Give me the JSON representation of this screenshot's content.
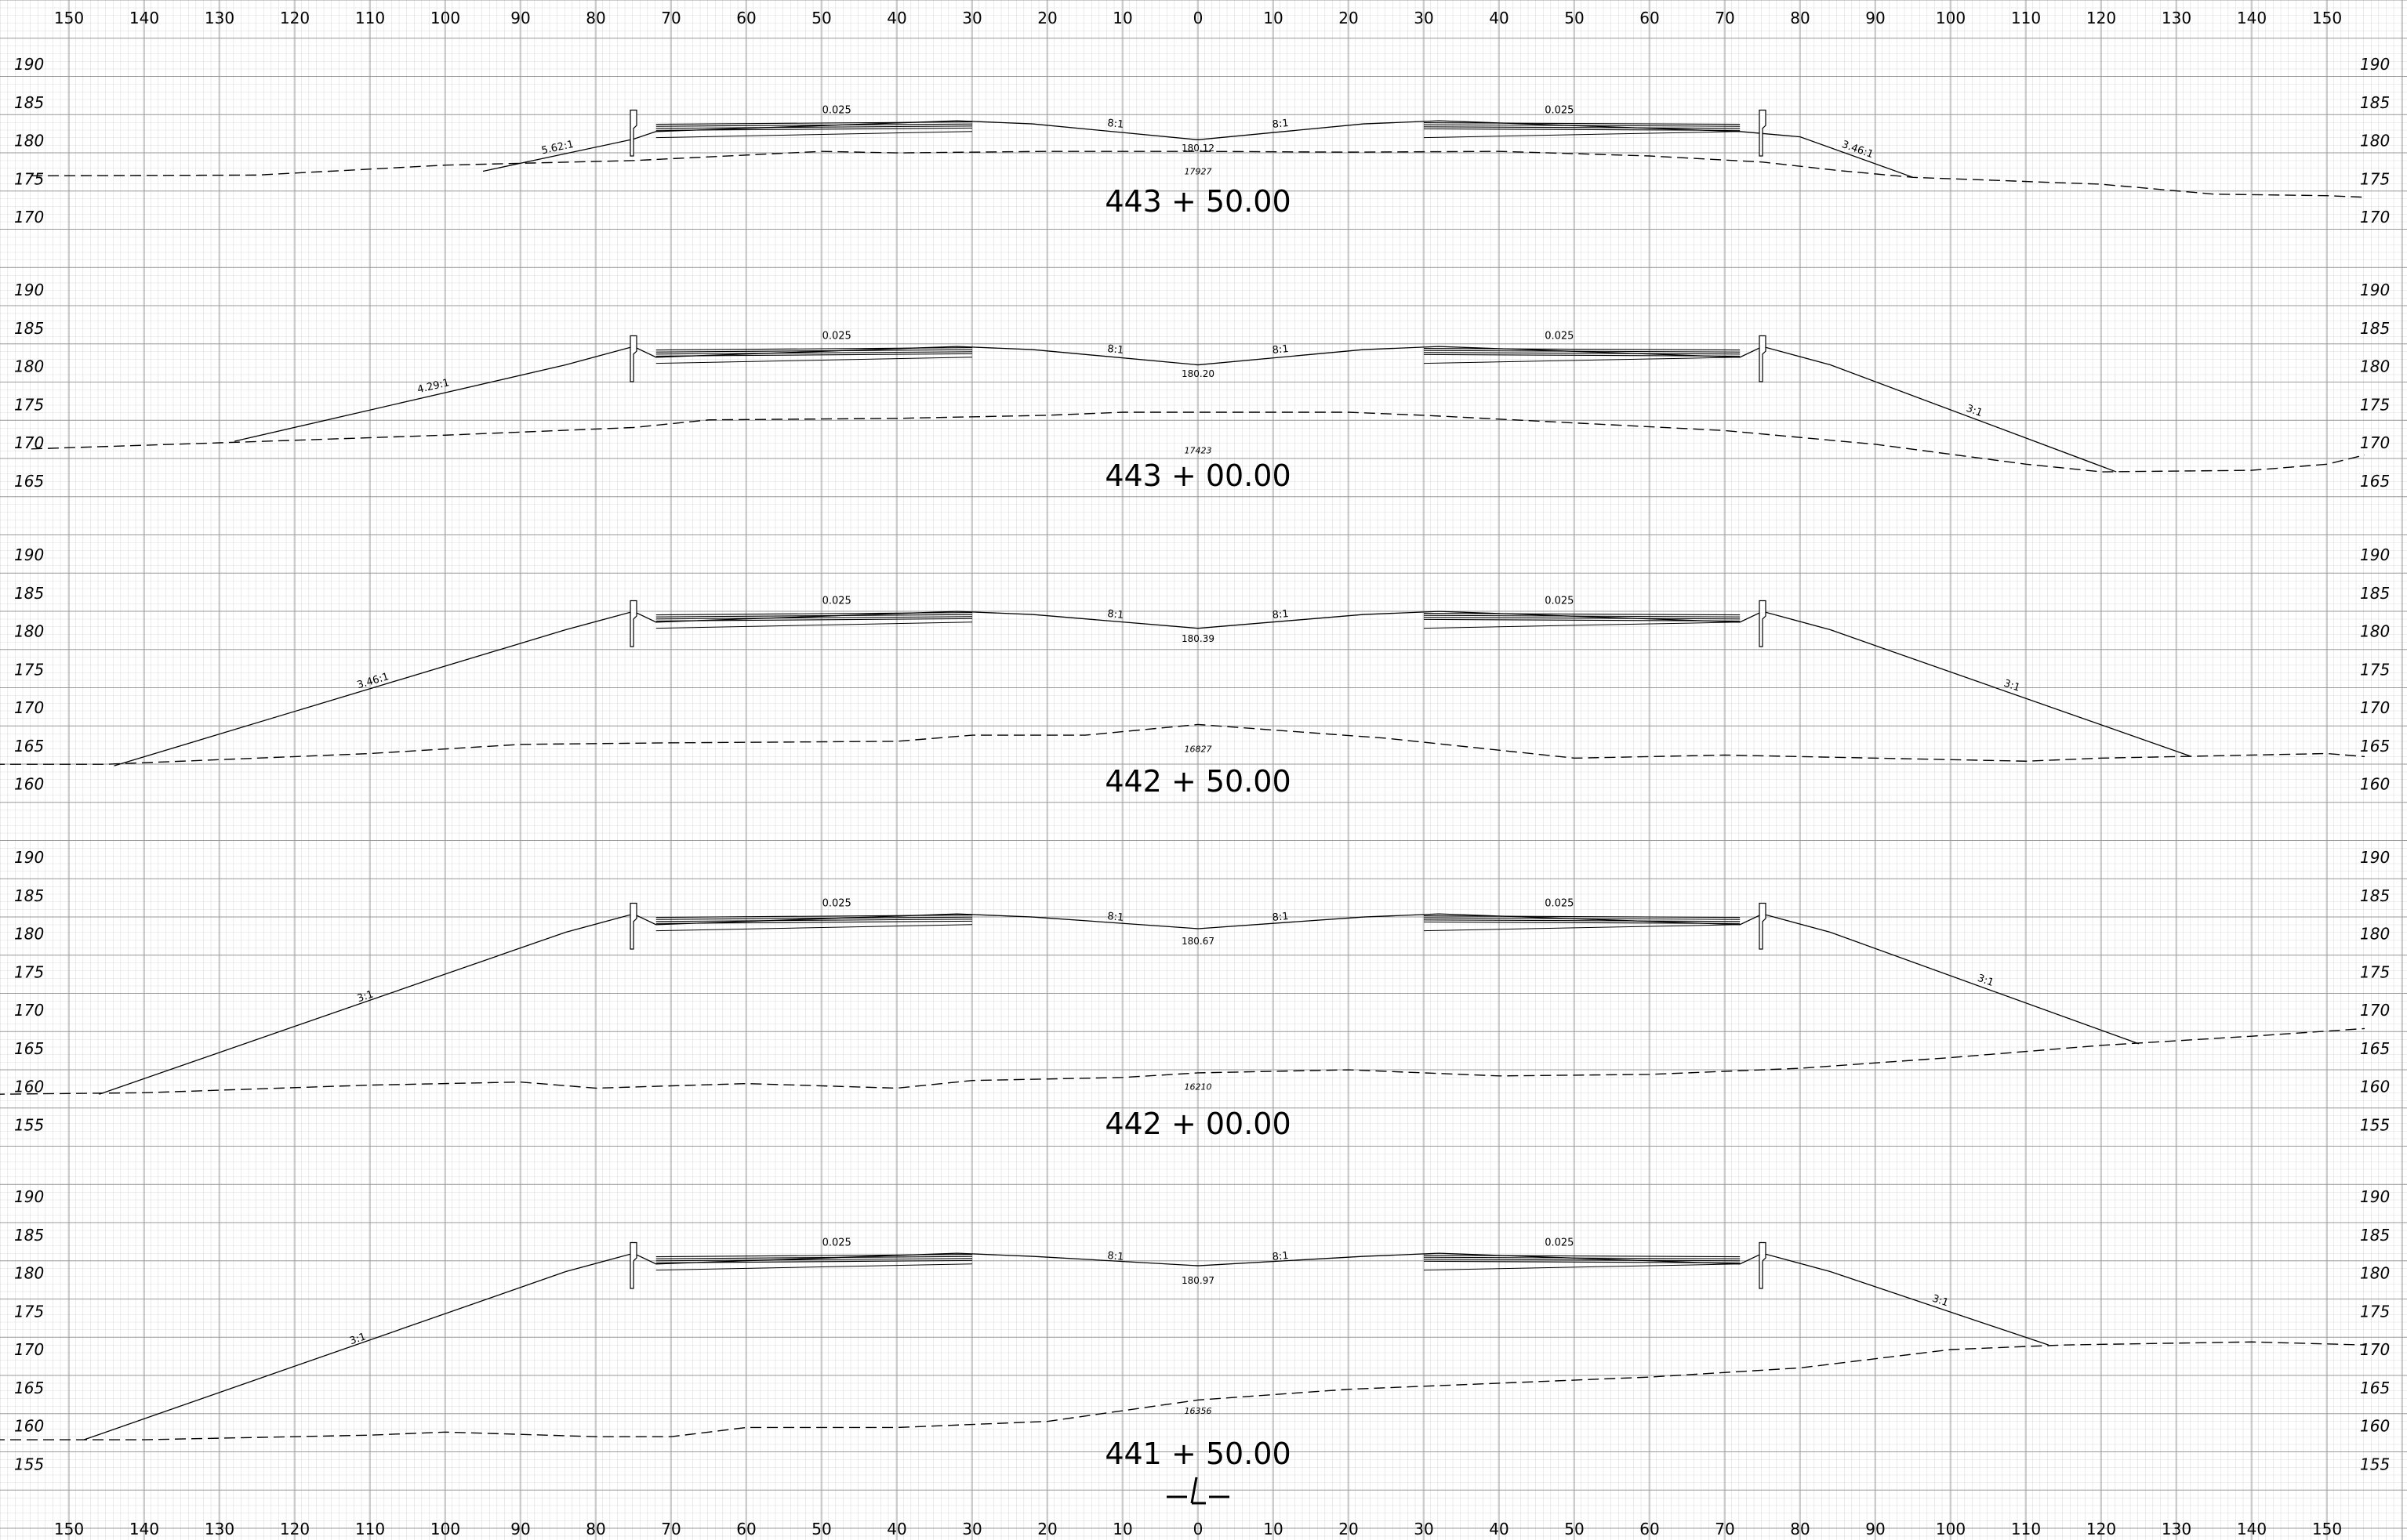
{
  "sheet": {
    "x_offsets": [
      "150",
      "140",
      "130",
      "120",
      "110",
      "100",
      "90",
      "80",
      "70",
      "60",
      "50",
      "40",
      "30",
      "20",
      "10",
      "0",
      "10",
      "20",
      "30",
      "40",
      "50",
      "60",
      "70",
      "80",
      "90",
      "100",
      "110",
      "120",
      "130",
      "140",
      "150"
    ],
    "centerline_symbol": "L"
  },
  "sections": [
    {
      "station": "443 + 50.00",
      "elevations": [
        "190",
        "185",
        "180",
        "175",
        "170"
      ],
      "centerline_elev": "180.12",
      "ground_elev": "17927",
      "slope_left_cross": "0.025",
      "slope_right_cross": "0.025",
      "slope_left_ditch": "8:1",
      "slope_right_ditch": "8:1",
      "slope_left_side": "5.62:1",
      "slope_right_side": "3.46:1"
    },
    {
      "station": "443 + 00.00",
      "elevations": [
        "190",
        "185",
        "180",
        "175",
        "170",
        "165"
      ],
      "centerline_elev": "180.20",
      "ground_elev": "17423",
      "slope_left_cross": "0.025",
      "slope_right_cross": "0.025",
      "slope_left_ditch": "8:1",
      "slope_right_ditch": "8:1",
      "slope_left_side": "4.29:1",
      "slope_right_side": "3:1"
    },
    {
      "station": "442 + 50.00",
      "elevations": [
        "190",
        "185",
        "180",
        "175",
        "170",
        "165",
        "160"
      ],
      "centerline_elev": "180.39",
      "ground_elev": "16827",
      "slope_left_cross": "0.025",
      "slope_right_cross": "0.025",
      "slope_left_ditch": "8:1",
      "slope_right_ditch": "8:1",
      "slope_left_side": "3.46:1",
      "slope_right_side": "3:1"
    },
    {
      "station": "442 + 00.00",
      "elevations": [
        "190",
        "185",
        "180",
        "175",
        "170",
        "165",
        "160",
        "155"
      ],
      "centerline_elev": "180.67",
      "ground_elev": "16210",
      "slope_left_cross": "0.025",
      "slope_right_cross": "0.025",
      "slope_left_ditch": "8:1",
      "slope_right_ditch": "8:1",
      "slope_left_side": "3:1",
      "slope_right_side": "3:1"
    },
    {
      "station": "441 + 50.00",
      "elevations": [
        "190",
        "185",
        "180",
        "175",
        "170",
        "165",
        "160",
        "155"
      ],
      "centerline_elev": "180.97",
      "ground_elev": "16356",
      "slope_left_cross": "0.025",
      "slope_right_cross": "0.025",
      "slope_left_ditch": "8:1",
      "slope_right_ditch": "8:1",
      "slope_left_side": "3:1",
      "slope_right_side": "3:1"
    }
  ],
  "cross_section_data": [
    {
      "elev_base": 190,
      "finished": [
        [
          -150,
          null
        ],
        [
          -95,
          176
        ],
        [
          -75,
          180.2
        ],
        [
          -72,
          181.2
        ],
        [
          -32,
          182.6
        ],
        [
          -22,
          182.2
        ],
        [
          0,
          180.12
        ],
        [
          22,
          182.2
        ],
        [
          32,
          182.6
        ],
        [
          72,
          181.2
        ],
        [
          80,
          180.5
        ],
        [
          95,
          175.2
        ]
      ],
      "ground": [
        [
          -155,
          175.4
        ],
        [
          -125,
          175.5
        ],
        [
          -100,
          176.8
        ],
        [
          -75,
          177.4
        ],
        [
          -50,
          178.6
        ],
        [
          -40,
          178.4
        ],
        [
          -20,
          178.6
        ],
        [
          0,
          178.6
        ],
        [
          20,
          178.5
        ],
        [
          40,
          178.6
        ],
        [
          60,
          178.0
        ],
        [
          75,
          177.2
        ],
        [
          85,
          176.1
        ],
        [
          95,
          175.2
        ],
        [
          120,
          174.3
        ],
        [
          135,
          173.0
        ],
        [
          150,
          172.8
        ],
        [
          155,
          172.6
        ]
      ]
    },
    {
      "elev_base": 190,
      "finished": [
        [
          -128,
          170.2
        ],
        [
          -84,
          180.2
        ],
        [
          -75,
          182.6
        ],
        [
          -72,
          181.2
        ],
        [
          -32,
          182.6
        ],
        [
          -22,
          182.2
        ],
        [
          0,
          180.2
        ],
        [
          22,
          182.2
        ],
        [
          32,
          182.6
        ],
        [
          72,
          181.2
        ],
        [
          75,
          182.6
        ],
        [
          84,
          180.2
        ],
        [
          122,
          166.2
        ]
      ],
      "ground": [
        [
          -155,
          169.2
        ],
        [
          -130,
          170.0
        ],
        [
          -100,
          171.0
        ],
        [
          -75,
          172.0
        ],
        [
          -65,
          173.0
        ],
        [
          -40,
          173.2
        ],
        [
          -20,
          173.6
        ],
        [
          -10,
          174.0
        ],
        [
          0,
          174.0
        ],
        [
          20,
          174.0
        ],
        [
          30,
          173.6
        ],
        [
          50,
          172.6
        ],
        [
          70,
          171.6
        ],
        [
          90,
          169.8
        ],
        [
          110,
          167.2
        ],
        [
          120,
          166.2
        ],
        [
          140,
          166.4
        ],
        [
          150,
          167.2
        ],
        [
          155,
          168.4
        ]
      ]
    },
    {
      "elev_base": 190,
      "finished": [
        [
          -144,
          162.4
        ],
        [
          -84,
          180.2
        ],
        [
          -75,
          182.6
        ],
        [
          -72,
          181.2
        ],
        [
          -32,
          182.6
        ],
        [
          -22,
          182.2
        ],
        [
          0,
          180.39
        ],
        [
          22,
          182.2
        ],
        [
          32,
          182.6
        ],
        [
          72,
          181.2
        ],
        [
          75,
          182.6
        ],
        [
          84,
          180.2
        ],
        [
          132,
          163.6
        ]
      ],
      "ground": [
        [
          -160,
          162.6
        ],
        [
          -145,
          162.6
        ],
        [
          -135,
          163.0
        ],
        [
          -110,
          164.0
        ],
        [
          -90,
          165.2
        ],
        [
          -70,
          165.4
        ],
        [
          -40,
          165.6
        ],
        [
          -30,
          166.4
        ],
        [
          -15,
          166.4
        ],
        [
          0,
          167.8
        ],
        [
          25,
          166.0
        ],
        [
          50,
          163.4
        ],
        [
          70,
          163.8
        ],
        [
          90,
          163.4
        ],
        [
          110,
          163.0
        ],
        [
          120,
          163.4
        ],
        [
          130,
          163.6
        ],
        [
          150,
          164.0
        ],
        [
          155,
          163.6
        ]
      ]
    },
    {
      "elev_base": 190,
      "finished": [
        [
          -146,
          159.0
        ],
        [
          -84,
          180.2
        ],
        [
          -75,
          182.6
        ],
        [
          -72,
          181.2
        ],
        [
          -32,
          182.6
        ],
        [
          -22,
          182.2
        ],
        [
          0,
          180.67
        ],
        [
          22,
          182.2
        ],
        [
          32,
          182.6
        ],
        [
          72,
          181.2
        ],
        [
          75,
          182.6
        ],
        [
          84,
          180.2
        ],
        [
          125,
          165.6
        ]
      ],
      "ground": [
        [
          -160,
          159.0
        ],
        [
          -140,
          159.2
        ],
        [
          -110,
          160.2
        ],
        [
          -90,
          160.6
        ],
        [
          -80,
          159.8
        ],
        [
          -60,
          160.4
        ],
        [
          -40,
          159.8
        ],
        [
          -30,
          160.8
        ],
        [
          -10,
          161.2
        ],
        [
          0,
          161.8
        ],
        [
          20,
          162.2
        ],
        [
          40,
          161.4
        ],
        [
          60,
          161.6
        ],
        [
          80,
          162.4
        ],
        [
          100,
          163.8
        ],
        [
          120,
          165.4
        ],
        [
          140,
          166.6
        ],
        [
          155,
          167.6
        ]
      ]
    },
    {
      "elev_base": 190,
      "finished": [
        [
          -148,
          158.2
        ],
        [
          -84,
          180.2
        ],
        [
          -75,
          182.6
        ],
        [
          -72,
          181.2
        ],
        [
          -32,
          182.6
        ],
        [
          -22,
          182.2
        ],
        [
          0,
          180.97
        ],
        [
          22,
          182.2
        ],
        [
          32,
          182.6
        ],
        [
          72,
          181.2
        ],
        [
          75,
          182.6
        ],
        [
          84,
          180.2
        ],
        [
          113,
          170.6
        ]
      ],
      "ground": [
        [
          -160,
          158.2
        ],
        [
          -140,
          158.2
        ],
        [
          -110,
          158.8
        ],
        [
          -100,
          159.2
        ],
        [
          -80,
          158.6
        ],
        [
          -70,
          158.6
        ],
        [
          -60,
          159.8
        ],
        [
          -40,
          159.8
        ],
        [
          -20,
          160.6
        ],
        [
          0,
          163.4
        ],
        [
          20,
          164.8
        ],
        [
          40,
          165.6
        ],
        [
          60,
          166.4
        ],
        [
          80,
          167.6
        ],
        [
          100,
          170.0
        ],
        [
          115,
          170.6
        ],
        [
          140,
          171.0
        ],
        [
          155,
          170.6
        ]
      ]
    }
  ]
}
